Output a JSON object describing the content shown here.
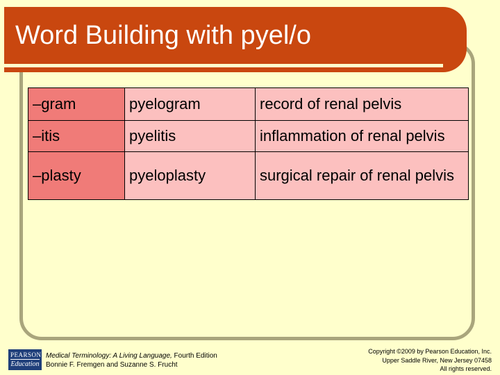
{
  "title": "Word Building with pyel/o",
  "rows": [
    {
      "suffix": "–gram",
      "term": "pyelogram",
      "meaning": "record of renal pelvis"
    },
    {
      "suffix": "–itis",
      "term": "pyelitis",
      "meaning": "inflammation of renal pelvis"
    },
    {
      "suffix": "–plasty",
      "term": "pyeloplasty",
      "meaning": "surgical repair of renal pelvis"
    }
  ],
  "footer": {
    "book_title": "Medical Terminology: A Living Language,",
    "edition": " Fourth Edition",
    "authors": "Bonnie F. Fremgen and Suzanne S. Frucht",
    "copyright_line1": "Copyright ©2009 by Pearson Education, Inc.",
    "copyright_line2": "Upper Saddle River, New Jersey 07458",
    "copyright_line3": "All rights reserved."
  },
  "logo": {
    "line1": "PEARSON",
    "line2": "Education"
  },
  "colors": {
    "background": "#FFFFCC",
    "title_bar": "#C9470F",
    "suffix_cell": "#F07B78",
    "term_cell": "#FCC0BF",
    "frame": "#A9A57C"
  }
}
